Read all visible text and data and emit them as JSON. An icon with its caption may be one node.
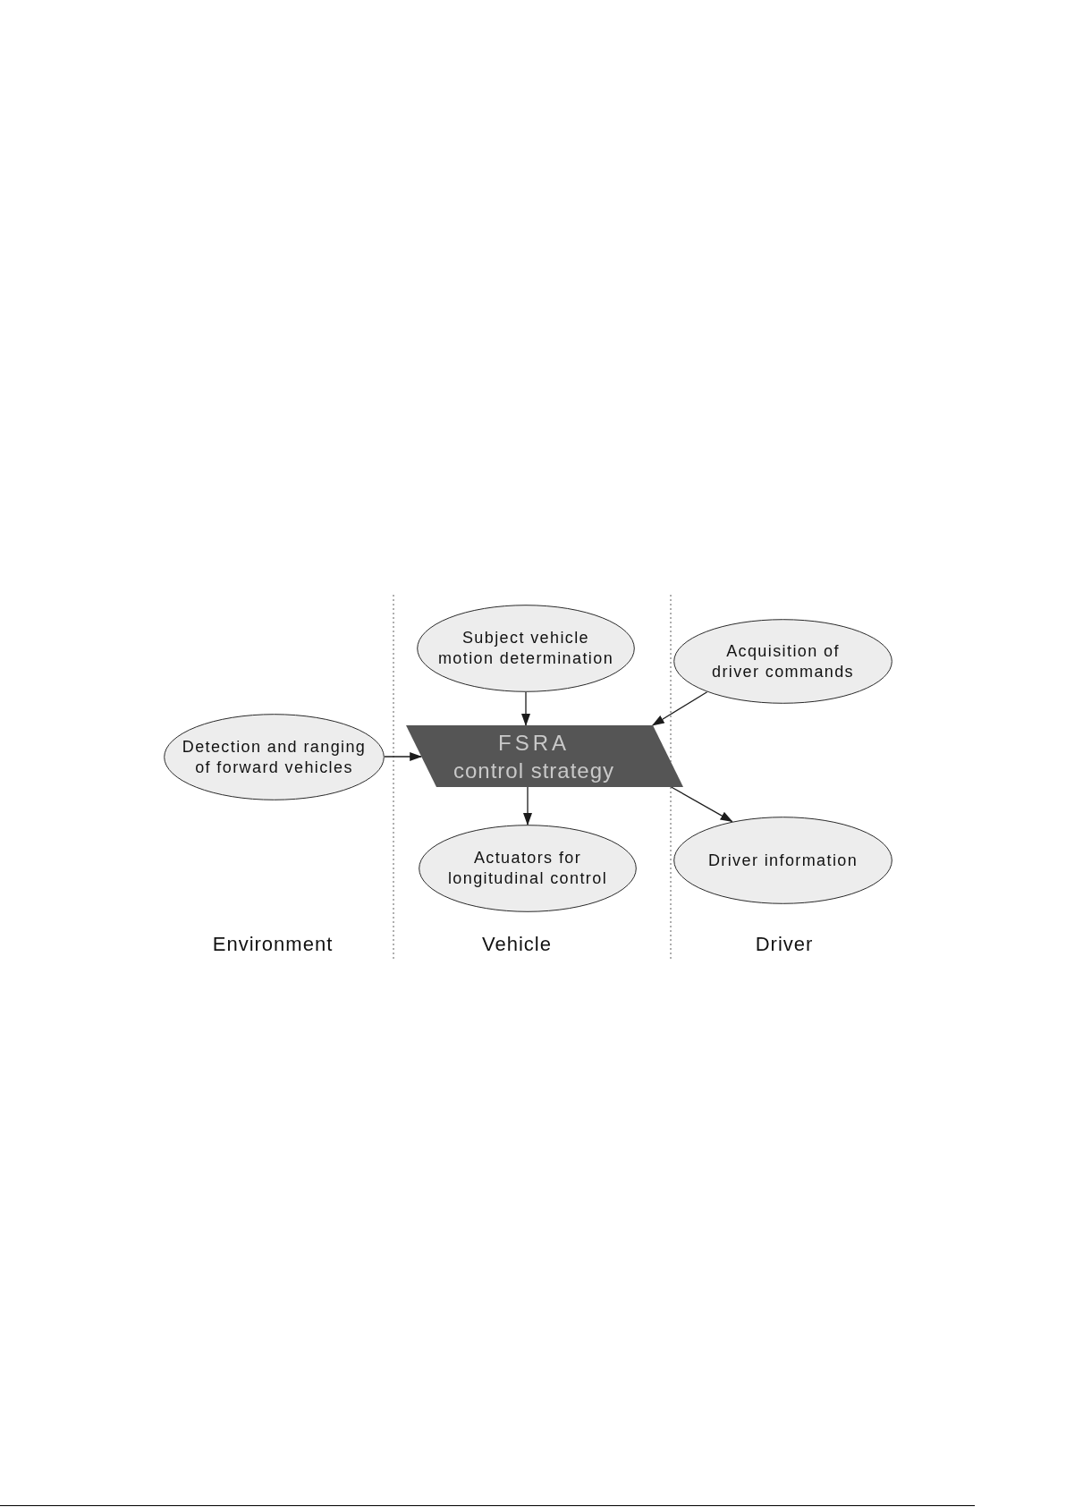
{
  "diagram": {
    "nodes": [
      {
        "text": [
          "Subject vehicle motion determination"
        ]
      },
      {
        "text": [
          "Acquisition of driver commands"
        ]
      },
      {
        "text": [
          "Detection and ranging of forward vehicles"
        ]
      },
      {
        "text": [
          "FSRA",
          "control strategy"
        ]
      },
      {
        "text": [
          "Actuators for longitudinal control"
        ]
      },
      {
        "text": [
          "Driver information"
        ]
      }
    ],
    "edges": [
      {
        "from": 0,
        "to": 3,
        "arrow": "to"
      },
      {
        "from": 1,
        "to": 3,
        "arrow": "to"
      },
      {
        "from": 2,
        "to": 3,
        "arrow": "to"
      },
      {
        "from": 3,
        "to": 4,
        "arrow": "to"
      },
      {
        "from": 3,
        "to": 5,
        "arrow": "to"
      }
    ],
    "labels": [
      "Environment",
      "Vehicle",
      "Driver"
    ]
  }
}
